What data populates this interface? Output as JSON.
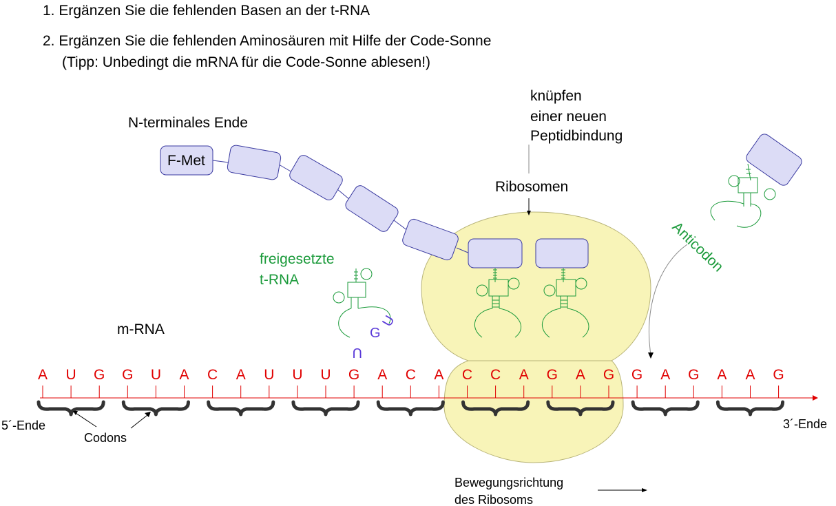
{
  "instructions": {
    "line1": "1. Ergänzen Sie die fehlenden Basen an der t-RNA",
    "line2": "2. Ergänzen Sie die fehlenden Aminosäuren mit Hilfe der Code-Sonne",
    "line3": "(Tipp: Unbedingt die mRNA für die Code-Sonne ablesen!)"
  },
  "labels": {
    "n_terminal": "N-terminales Ende",
    "first_amino_acid": "F-Met",
    "peptide_bond_1": "knüpfen",
    "peptide_bond_2": "einer neuen",
    "peptide_bond_3": "Peptidbindung",
    "ribosome": "Ribosomen",
    "released_trna_1": "freigesetzte",
    "released_trna_2": "t-RNA",
    "anticodon": "Anticodon",
    "mrna": "m-RNA",
    "five_prime": "5´-Ende",
    "three_prime": "3´-Ende",
    "codons": "Codons",
    "movement_1": "Bewegungsrichtung",
    "movement_2": "des Ribosoms"
  },
  "released_trna_bases": [
    "U",
    "G",
    "U"
  ],
  "mrna_bases": [
    "A",
    "U",
    "G",
    "G",
    "U",
    "A",
    "C",
    "A",
    "U",
    "U",
    "U",
    "G",
    "A",
    "C",
    "A",
    "C",
    "C",
    "A",
    "G",
    "A",
    "G",
    "G",
    "A",
    "G",
    "A",
    "A",
    "G"
  ],
  "colors": {
    "base_red": "#e00000",
    "label_green": "#1a9a3a",
    "trna_green": "#1a9a3a",
    "trna_base_purple": "#5a3ad8",
    "amino_fill": "#dcdcf6",
    "amino_stroke": "#3a3aa0",
    "ribosome_fill": "#f8f4b8",
    "ribosome_stroke": "#b8b478"
  }
}
